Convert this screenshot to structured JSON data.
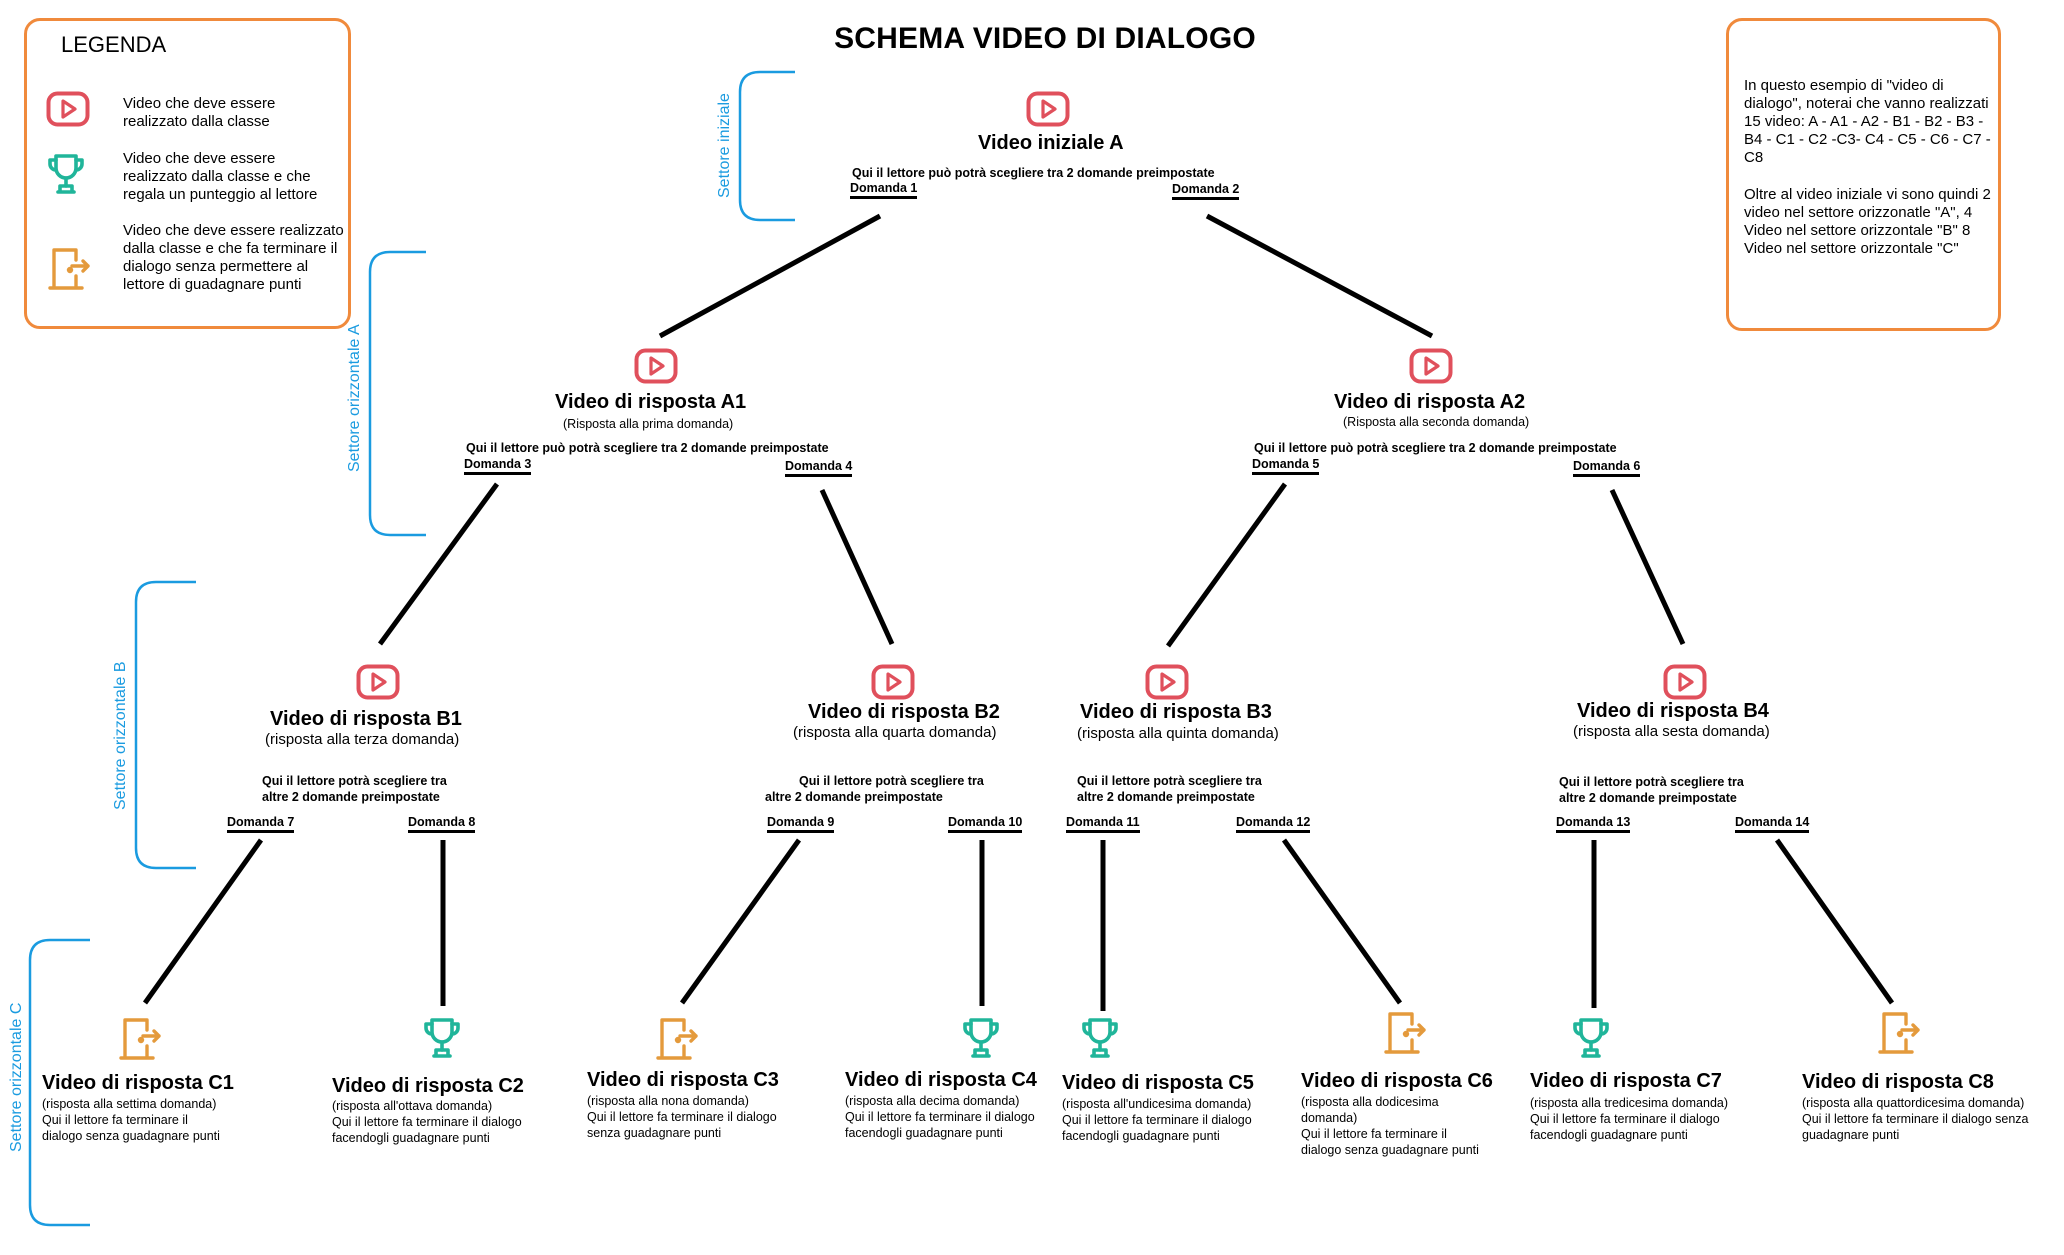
{
  "title": "SCHEMA VIDEO DI DIALOGO",
  "colors": {
    "video": "#e0505c",
    "trophy": "#20b59a",
    "exit": "#e49a3c",
    "sector": "#1a9be0",
    "box": "#f08a3c"
  },
  "legend": {
    "title": "LEGENDA",
    "items": [
      {
        "icon": "play-video-icon",
        "text": "Video che deve essere realizzato dalla classe"
      },
      {
        "icon": "trophy-icon",
        "text": "Video che deve essere realizzato dalla classe e che regala un punteggio al lettore"
      },
      {
        "icon": "exit-door-icon",
        "text": "Video che deve essere realizzato dalla classe e che fa terminare il dialogo senza permettere al lettore di guadagnare punti"
      }
    ]
  },
  "info_box": {
    "p1": "In questo esempio di \"video di dialogo\", noterai che vanno realizzati 15 video: A - A1 - A2 - B1 - B2 - B3 - B4 - C1 - C2 -C3- C4 - C5 - C6 - C7 - C8",
    "p2": "Oltre al video iniziale vi sono quindi 2 video nel settore orizzonatle \"A\", 4 Video nel settore orizzontale \"B\" 8 Video nel settore orizzontale \"C\""
  },
  "sectors": {
    "initial": "Settore iniziale",
    "a": "Settore orizzontale A",
    "b": "Settore orizzontale B",
    "c": "Settore orizzontale C"
  },
  "root": {
    "title": "Video iniziale A",
    "question": "Qui il lettore può potrà scegliere tra 2 domande preimpostate",
    "d1": "Domanda 1",
    "d2": "Domanda 2"
  },
  "a1": {
    "title": "Video di risposta A1",
    "sub": "(Risposta alla prima domanda)",
    "question": "Qui il lettore può potrà scegliere tra 2 domande preimpostate",
    "d1": "Domanda 3",
    "d2": "Domanda 4"
  },
  "a2": {
    "title": "Video di risposta A2",
    "sub": "(Risposta alla seconda domanda)",
    "question": "Qui il lettore può potrà scegliere tra 2 domande preimpostate",
    "d1": "Domanda 5",
    "d2": "Domanda 6"
  },
  "b1": {
    "title": "Video di risposta B1",
    "sub": "(risposta alla terza domanda)",
    "q1": "Qui il lettore potrà  scegliere tra",
    "q2": "altre 2 domande preimpostate",
    "d1": "Domanda 7",
    "d2": "Domanda 8"
  },
  "b2": {
    "title": "Video di risposta B2",
    "sub": "(risposta alla quarta domanda)",
    "q1": "Qui il lettore potrà  scegliere tra",
    "q2": "altre 2 domande preimpostate",
    "d1": "Domanda 9",
    "d2": "Domanda 10"
  },
  "b3": {
    "title": "Video di risposta B3",
    "sub": "(risposta alla quinta domanda)",
    "q1": "Qui il lettore potrà  scegliere tra",
    "q2": "altre 2 domande preimpostate",
    "d1": "Domanda 11",
    "d2": "Domanda 12"
  },
  "b4": {
    "title": "Video di risposta B4",
    "sub": "(risposta alla sesta domanda)",
    "q1": "Qui il lettore potrà  scegliere tra",
    "q2": "altre 2 domande preimpostate",
    "d1": "Domanda 13",
    "d2": "Domanda 14"
  },
  "leaves": [
    {
      "title": "Video di risposta C1",
      "l1": "(risposta alla settima domanda)",
      "l2": "Qui il lettore fa terminare il",
      "l3": "dialogo senza guadagnare punti",
      "l4": "",
      "icon": "exit-door-icon"
    },
    {
      "title": "Video di risposta C2",
      "l1": "(risposta all'ottava domanda)",
      "l2": "Qui il lettore fa terminare il dialogo",
      "l3": "facendogli guadagnare punti",
      "l4": "",
      "icon": "trophy-icon"
    },
    {
      "title": "Video di risposta C3",
      "l1": "(risposta alla nona domanda)",
      "l2": "Qui il lettore fa terminare il dialogo",
      "l3": "senza guadagnare punti",
      "l4": "",
      "icon": "exit-door-icon"
    },
    {
      "title": "Video di risposta C4",
      "l1": "(risposta alla decima domanda)",
      "l2": "Qui il lettore fa terminare il dialogo",
      "l3": "facendogli guadagnare punti",
      "l4": "",
      "icon": "trophy-icon"
    },
    {
      "title": "Video di risposta C5",
      "l1": "(risposta all'undicesima domanda)",
      "l2": "Qui il lettore fa terminare il dialogo",
      "l3": "facendogli guadagnare punti",
      "l4": "",
      "icon": "trophy-icon"
    },
    {
      "title": "Video di risposta C6",
      "l1": "(risposta alla dodicesima",
      "l2": "domanda)",
      "l3": "Qui il lettore fa terminare il",
      "l4": "dialogo senza guadagnare punti",
      "icon": "exit-door-icon"
    },
    {
      "title": "Video di risposta C7",
      "l1": "(risposta alla tredicesima domanda)",
      "l2": "Qui il lettore fa terminare il dialogo",
      "l3": "facendogli guadagnare punti",
      "l4": "",
      "icon": "trophy-icon"
    },
    {
      "title": "Video di risposta C8",
      "l1": "(risposta alla quattordicesima domanda)",
      "l2": "Qui il lettore fa terminare il dialogo senza",
      "l3": "guadagnare punti",
      "l4": "",
      "icon": "exit-door-icon"
    }
  ]
}
